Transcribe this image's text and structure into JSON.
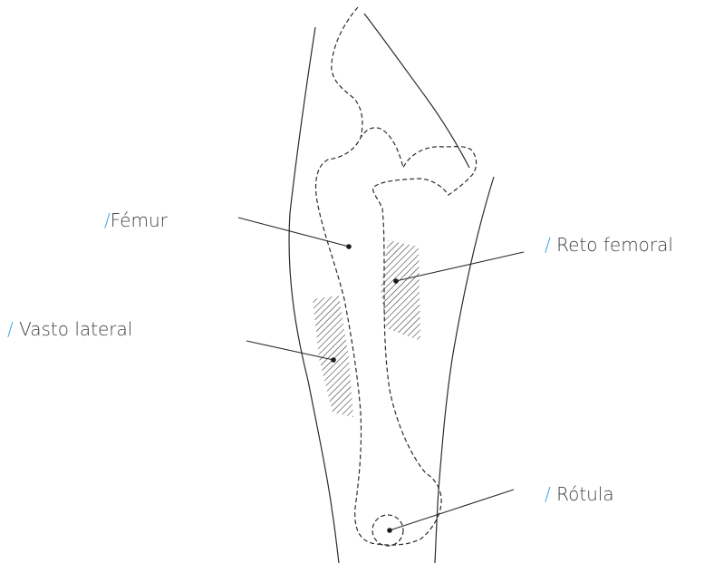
{
  "labels": {
    "femur": {
      "slash": "/",
      "text": "Fémur"
    },
    "reto_femoral": {
      "slash": "/",
      "text": " Reto femoral"
    },
    "vasto_lateral": {
      "slash": "/",
      "text": " Vasto lateral"
    },
    "rotula": {
      "slash": "/",
      "text": " Rótula"
    }
  },
  "colors": {
    "accent": "#35a8e0",
    "text": "#3f3f3f",
    "line": "#2b2b2b"
  }
}
